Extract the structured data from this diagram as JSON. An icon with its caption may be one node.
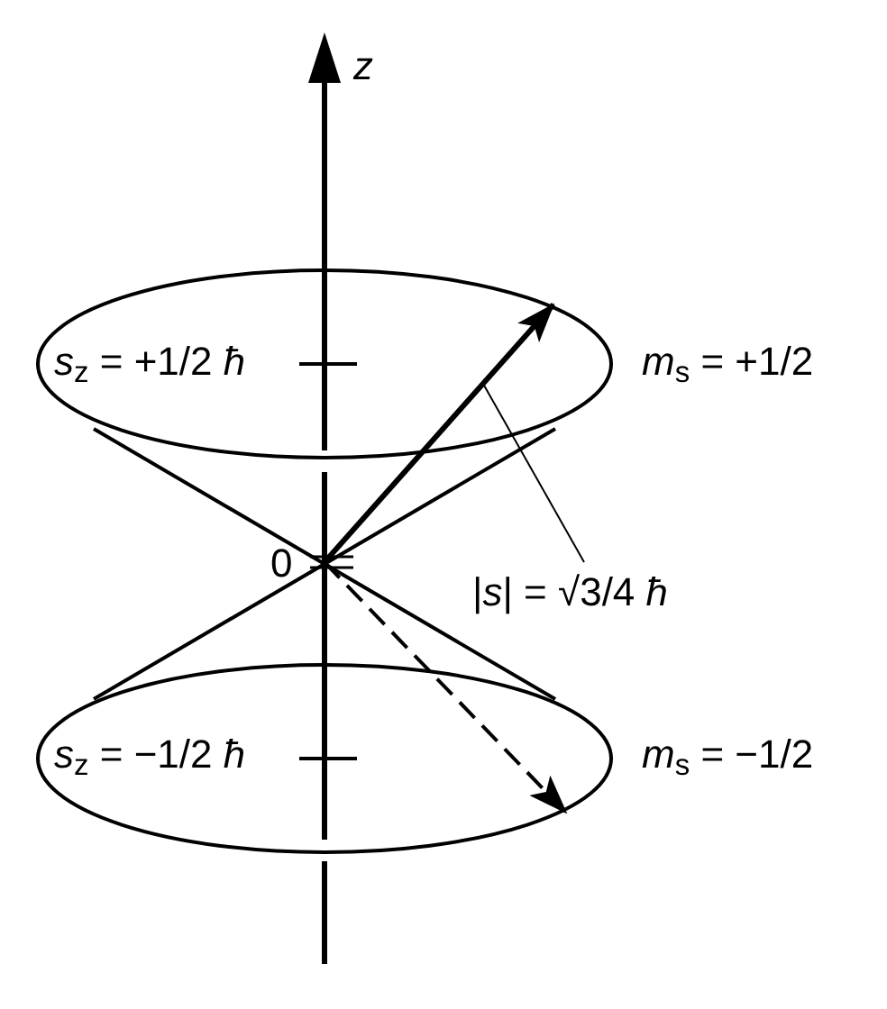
{
  "diagram": {
    "nodes": [
      {
        "text": [
          "|*s*| = √3/4 *ħ*"
        ]
      },
      {
        "text": [],
        "shape": "arrow"
      }
    ],
    "edges": [
      {
        "from": 0,
        "to": 1,
        "arrow": "none"
      }
    ],
    "labels": [
      "*z*",
      "*s*$_{z}$ = +1/2 *ħ*",
      "*m*$_{s}$ = +1/2",
      "0",
      "*s*$_{z}$ = −1/2 *ħ*",
      "*m*$_{s}$ = −1/2"
    ]
  }
}
